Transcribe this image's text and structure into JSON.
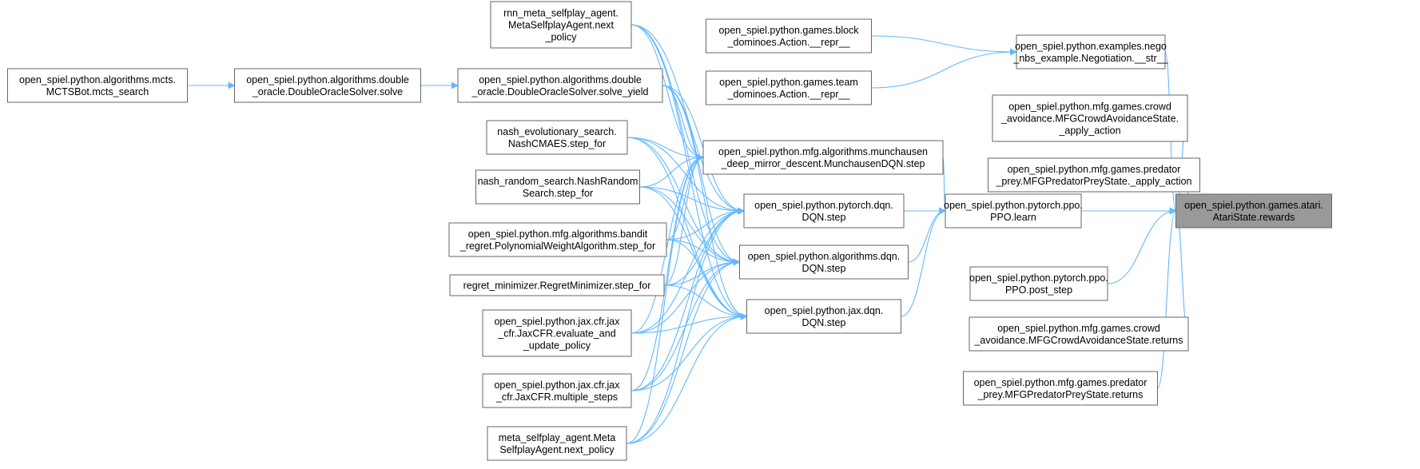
{
  "colors": {
    "edge": "#63b8ff",
    "node_fill": "#ffffff",
    "node_border": "#666666",
    "root_fill": "#999999"
  },
  "nodes": [
    {
      "id": "root",
      "lines": [
        "open_spiel.python.games.atari.",
        "AtariState.rewards"
      ],
      "root": true
    },
    {
      "id": "ppo_learn",
      "lines": [
        "open_spiel.python.pytorch.ppo.",
        "PPO.learn"
      ]
    },
    {
      "id": "nego",
      "lines": [
        "open_spiel.python.examples.nego",
        "_nbs_example.Negotiation.__str__"
      ]
    },
    {
      "id": "block_dom",
      "lines": [
        "open_spiel.python.games.block",
        "_dominoes.Action.__repr__"
      ]
    },
    {
      "id": "team_dom",
      "lines": [
        "open_spiel.python.games.team",
        "_dominoes.Action.__repr__"
      ]
    },
    {
      "id": "crowd_apply",
      "lines": [
        "open_spiel.python.mfg.games.crowd",
        "_avoidance.MFGCrowdAvoidanceState.",
        "_apply_action"
      ]
    },
    {
      "id": "pred_apply",
      "lines": [
        "open_spiel.python.mfg.games.predator",
        "_prey.MFGPredatorPreyState._apply_action"
      ]
    },
    {
      "id": "ppo_post",
      "lines": [
        "open_spiel.python.pytorch.ppo.",
        "PPO.post_step"
      ]
    },
    {
      "id": "crowd_returns",
      "lines": [
        "open_spiel.python.mfg.games.crowd",
        "_avoidance.MFGCrowdAvoidanceState.returns"
      ]
    },
    {
      "id": "pred_returns",
      "lines": [
        "open_spiel.python.mfg.games.predator",
        "_prey.MFGPredatorPreyState.returns"
      ]
    },
    {
      "id": "munch",
      "lines": [
        "open_spiel.python.mfg.algorithms.munchausen",
        "_deep_mirror_descent.MunchausenDQN.step"
      ]
    },
    {
      "id": "pt_dqn",
      "lines": [
        "open_spiel.python.pytorch.dqn.",
        "DQN.step"
      ]
    },
    {
      "id": "alg_dqn",
      "lines": [
        "open_spiel.python.algorithms.dqn.",
        "DQN.step"
      ]
    },
    {
      "id": "jax_dqn",
      "lines": [
        "open_spiel.python.jax.dqn.",
        "DQN.step"
      ]
    },
    {
      "id": "rnn_meta",
      "lines": [
        "rnn_meta_selfplay_agent.",
        "MetaSelfplayAgent.next",
        "_policy"
      ]
    },
    {
      "id": "solve_yield",
      "lines": [
        "open_spiel.python.algorithms.double",
        "_oracle.DoubleOracleSolver.solve_yield"
      ]
    },
    {
      "id": "nash_evo",
      "lines": [
        "nash_evolutionary_search.",
        "NashCMAES.step_for"
      ]
    },
    {
      "id": "nash_rand",
      "lines": [
        "nash_random_search.NashRandom",
        "Search.step_for"
      ]
    },
    {
      "id": "bandit",
      "lines": [
        "open_spiel.python.mfg.algorithms.bandit",
        "_regret.PolynomialWeightAlgorithm.step_for"
      ]
    },
    {
      "id": "regret_min",
      "lines": [
        "regret_minimizer.RegretMinimizer.step_for"
      ]
    },
    {
      "id": "jaxcfr_eval",
      "lines": [
        "open_spiel.python.jax.cfr.jax",
        "_cfr.JaxCFR.evaluate_and",
        "_update_policy"
      ]
    },
    {
      "id": "jaxcfr_multi",
      "lines": [
        "open_spiel.python.jax.cfr.jax",
        "_cfr.JaxCFR.multiple_steps"
      ]
    },
    {
      "id": "meta_next",
      "lines": [
        "meta_selfplay_agent.Meta",
        "SelfplayAgent.next_policy"
      ]
    },
    {
      "id": "solve",
      "lines": [
        "open_spiel.python.algorithms.double",
        "_oracle.DoubleOracleSolver.solve"
      ]
    },
    {
      "id": "mcts",
      "lines": [
        "open_spiel.python.algorithms.mcts.",
        "MCTSBot.mcts_search"
      ]
    }
  ],
  "edges": [
    [
      "ppo_learn",
      "root"
    ],
    [
      "nego",
      "root"
    ],
    [
      "crowd_apply",
      "root"
    ],
    [
      "pred_apply",
      "root"
    ],
    [
      "ppo_post",
      "root"
    ],
    [
      "crowd_returns",
      "root"
    ],
    [
      "pred_returns",
      "root"
    ],
    [
      "block_dom",
      "nego"
    ],
    [
      "team_dom",
      "nego"
    ],
    [
      "munch",
      "ppo_learn"
    ],
    [
      "pt_dqn",
      "ppo_learn"
    ],
    [
      "alg_dqn",
      "ppo_learn"
    ],
    [
      "jax_dqn",
      "ppo_learn"
    ],
    [
      "rnn_meta",
      "munch"
    ],
    [
      "rnn_meta",
      "pt_dqn"
    ],
    [
      "rnn_meta",
      "alg_dqn"
    ],
    [
      "rnn_meta",
      "jax_dqn"
    ],
    [
      "solve_yield",
      "munch"
    ],
    [
      "solve_yield",
      "pt_dqn"
    ],
    [
      "solve_yield",
      "alg_dqn"
    ],
    [
      "solve_yield",
      "jax_dqn"
    ],
    [
      "nash_evo",
      "munch"
    ],
    [
      "nash_evo",
      "pt_dqn"
    ],
    [
      "nash_evo",
      "alg_dqn"
    ],
    [
      "nash_evo",
      "jax_dqn"
    ],
    [
      "nash_rand",
      "munch"
    ],
    [
      "nash_rand",
      "pt_dqn"
    ],
    [
      "nash_rand",
      "alg_dqn"
    ],
    [
      "nash_rand",
      "jax_dqn"
    ],
    [
      "bandit",
      "munch"
    ],
    [
      "bandit",
      "pt_dqn"
    ],
    [
      "bandit",
      "alg_dqn"
    ],
    [
      "bandit",
      "jax_dqn"
    ],
    [
      "regret_min",
      "munch"
    ],
    [
      "regret_min",
      "pt_dqn"
    ],
    [
      "regret_min",
      "alg_dqn"
    ],
    [
      "regret_min",
      "jax_dqn"
    ],
    [
      "jaxcfr_eval",
      "munch"
    ],
    [
      "jaxcfr_eval",
      "pt_dqn"
    ],
    [
      "jaxcfr_eval",
      "alg_dqn"
    ],
    [
      "jaxcfr_eval",
      "jax_dqn"
    ],
    [
      "jaxcfr_multi",
      "munch"
    ],
    [
      "jaxcfr_multi",
      "pt_dqn"
    ],
    [
      "jaxcfr_multi",
      "alg_dqn"
    ],
    [
      "jaxcfr_multi",
      "jax_dqn"
    ],
    [
      "meta_next",
      "munch"
    ],
    [
      "meta_next",
      "pt_dqn"
    ],
    [
      "meta_next",
      "alg_dqn"
    ],
    [
      "meta_next",
      "jax_dqn"
    ],
    [
      "solve",
      "solve_yield"
    ],
    [
      "mcts",
      "solve"
    ]
  ]
}
